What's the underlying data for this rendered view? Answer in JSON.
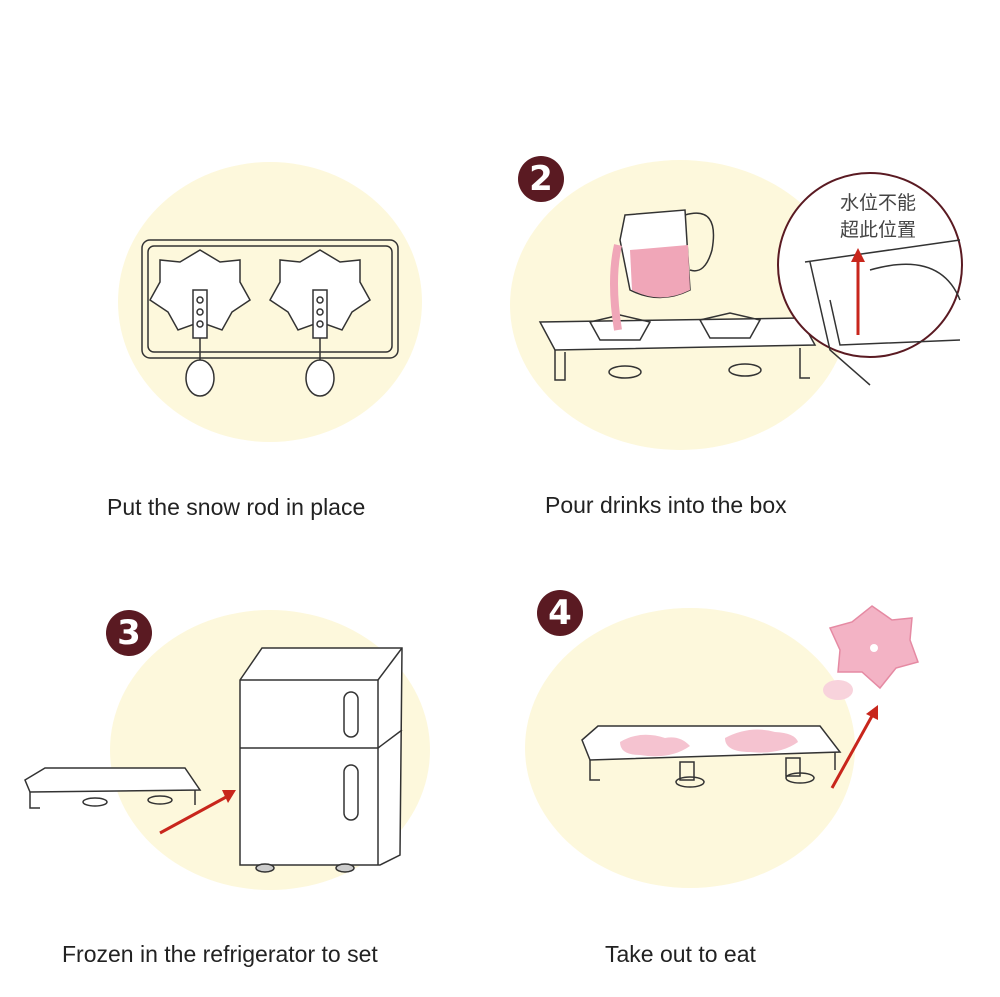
{
  "colors": {
    "badge": "#5a1a22",
    "circle_bg": "#fdf8dc",
    "liquid": "#f0a6b8",
    "arrow": "#c8261c",
    "line": "#333333"
  },
  "steps": [
    {
      "caption": "Put the snow rod in place"
    },
    {
      "number": "2",
      "caption": "Pour drinks into the box",
      "callout": [
        "水位不能",
        "超此位置"
      ]
    },
    {
      "number": "3",
      "caption": "Frozen in the refrigerator to set"
    },
    {
      "number": "4",
      "caption": "Take out to eat"
    }
  ]
}
